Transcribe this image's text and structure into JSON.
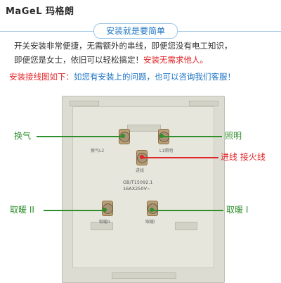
{
  "brand": "MaGeL 玛格朗",
  "header": {
    "title": "安装就是要简单"
  },
  "intro": {
    "line1": "开关安装非常便捷，无需额外的串线，即便您没有电工知识，",
    "line2_black": "即便您是女士，依旧可以轻松搞定！",
    "line2_red": "安装无需求他人。"
  },
  "install": {
    "red": "安装接线图如下：",
    "blue": "如您有安装上的问题，也可以咨询我们客服！"
  },
  "labels": {
    "ventilation": "换气",
    "lighting": "照明",
    "incoming": "进线 接火线",
    "heat2": "取暖 II",
    "heat1": "取暖 I"
  },
  "terminal_marks": {
    "ventilation": "换气L2",
    "lighting": "L1照明",
    "incoming": "进线",
    "heat2": "取暖II",
    "heat1": "取暖I"
  },
  "spec": {
    "standard": "GB/T15092.1",
    "rating": "16AX250V~"
  },
  "colors": {
    "accent": "#1d74c4",
    "red": "#e1262a",
    "green": "#2f8f2c"
  }
}
